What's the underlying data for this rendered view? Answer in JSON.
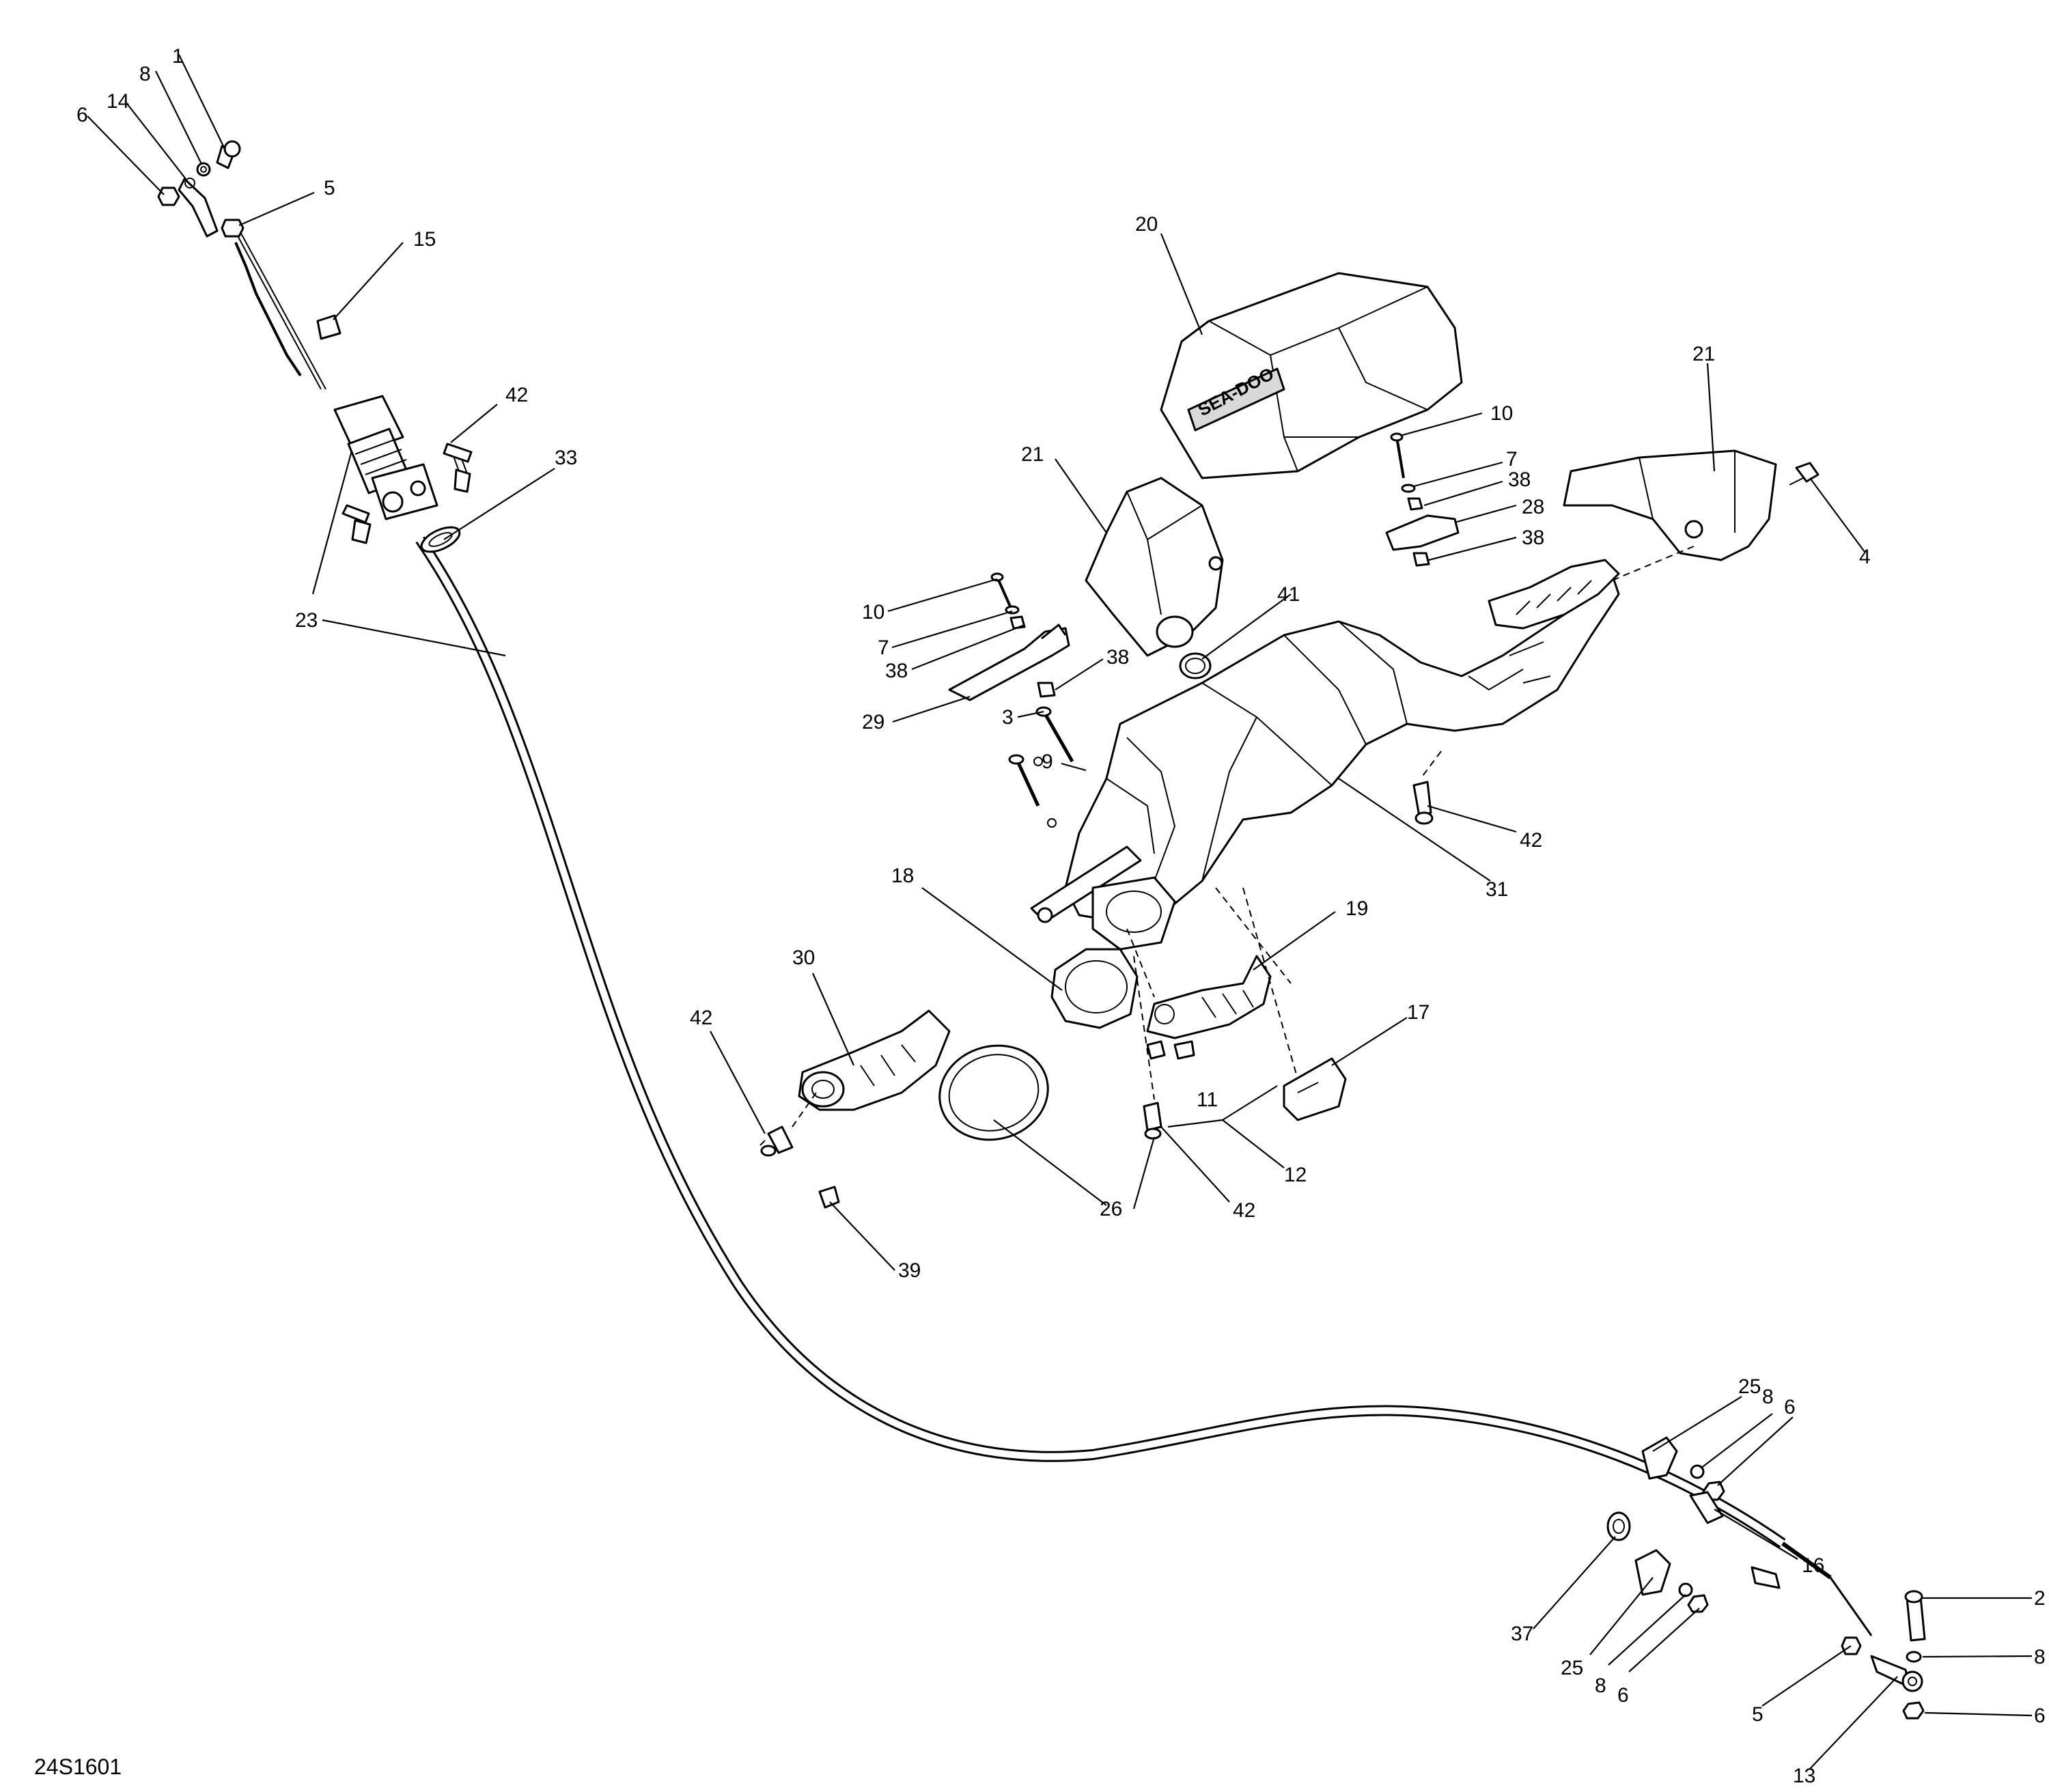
{
  "diagram": {
    "reference_code": "24S1601",
    "labels": [
      {
        "key": "c1",
        "text": "1"
      },
      {
        "key": "c8a",
        "text": "8"
      },
      {
        "key": "c14",
        "text": "14"
      },
      {
        "key": "c6a",
        "text": "6"
      },
      {
        "key": "c5a",
        "text": "5"
      },
      {
        "key": "c15",
        "text": "15"
      },
      {
        "key": "c42a",
        "text": "42"
      },
      {
        "key": "c33",
        "text": "33"
      },
      {
        "key": "c23",
        "text": "23"
      },
      {
        "key": "c20",
        "text": "20"
      },
      {
        "key": "c21a",
        "text": "21"
      },
      {
        "key": "c21b",
        "text": "21"
      },
      {
        "key": "c10a",
        "text": "10"
      },
      {
        "key": "c7a",
        "text": "7"
      },
      {
        "key": "c38a",
        "text": "38"
      },
      {
        "key": "c28",
        "text": "28"
      },
      {
        "key": "c38b",
        "text": "38"
      },
      {
        "key": "c4",
        "text": "4"
      },
      {
        "key": "c10b",
        "text": "10"
      },
      {
        "key": "c7b",
        "text": "7"
      },
      {
        "key": "c38c",
        "text": "38"
      },
      {
        "key": "c38d",
        "text": "38"
      },
      {
        "key": "c41",
        "text": "41"
      },
      {
        "key": "c29",
        "text": "29"
      },
      {
        "key": "c3",
        "text": "3"
      },
      {
        "key": "c9",
        "text": "9"
      },
      {
        "key": "c42b",
        "text": "42"
      },
      {
        "key": "c31",
        "text": "31"
      },
      {
        "key": "c18",
        "text": "18"
      },
      {
        "key": "c19",
        "text": "19"
      },
      {
        "key": "c30",
        "text": "30"
      },
      {
        "key": "c42c",
        "text": "42"
      },
      {
        "key": "c17",
        "text": "17"
      },
      {
        "key": "c11",
        "text": "11"
      },
      {
        "key": "c12",
        "text": "12"
      },
      {
        "key": "c42d",
        "text": "42"
      },
      {
        "key": "c26",
        "text": "26"
      },
      {
        "key": "c39",
        "text": "39"
      },
      {
        "key": "c25a",
        "text": "25"
      },
      {
        "key": "c8b",
        "text": "8"
      },
      {
        "key": "c6b",
        "text": "6"
      },
      {
        "key": "c16",
        "text": "16"
      },
      {
        "key": "c37",
        "text": "37"
      },
      {
        "key": "c25b",
        "text": "25"
      },
      {
        "key": "c8c",
        "text": "8"
      },
      {
        "key": "c6c",
        "text": "6"
      },
      {
        "key": "c2",
        "text": "2"
      },
      {
        "key": "c8d",
        "text": "8"
      },
      {
        "key": "c5b",
        "text": "5"
      },
      {
        "key": "c13",
        "text": "13"
      },
      {
        "key": "c6d",
        "text": "6"
      }
    ],
    "housing_logo": "SEA-DOO"
  }
}
